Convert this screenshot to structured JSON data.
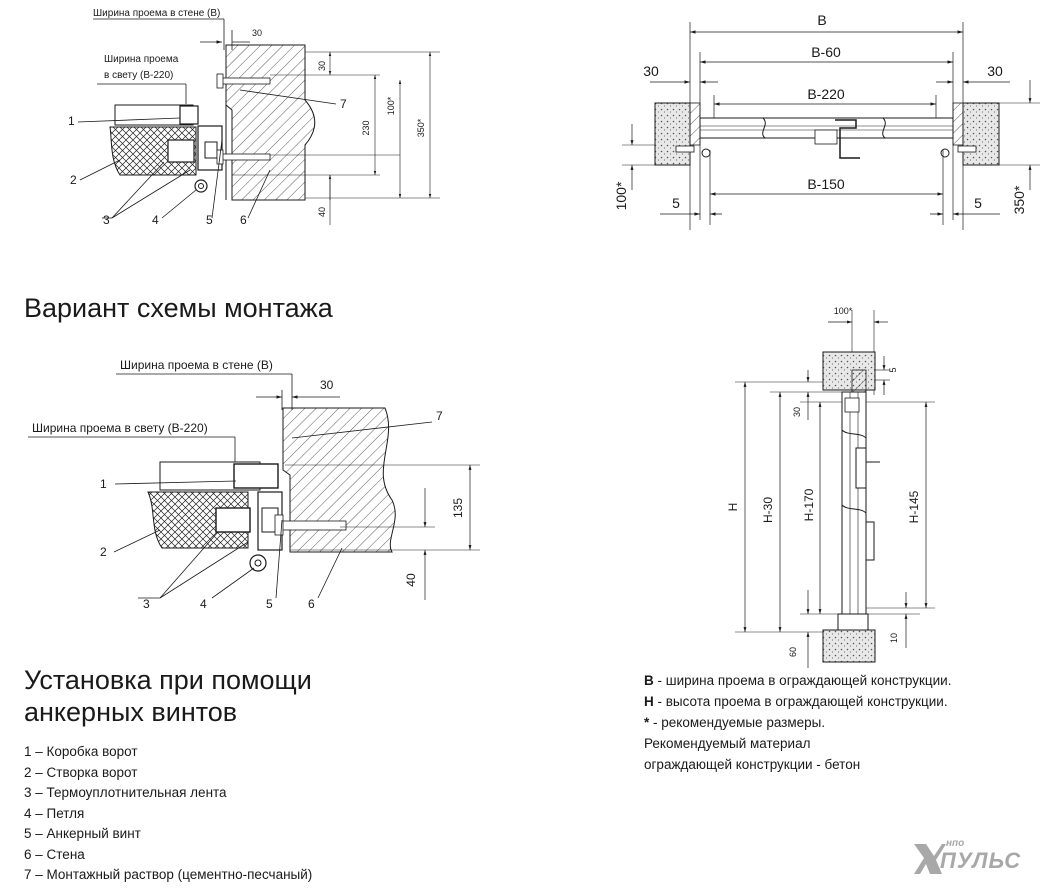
{
  "titles": {
    "variant": "Вариант схемы монтажа",
    "install_line1": "Установка при помощи",
    "install_line2": "анкерных винтов"
  },
  "legend": [
    {
      "num": "1",
      "text": "Коробка ворот"
    },
    {
      "num": "2",
      "text": "Створка ворот"
    },
    {
      "num": "3",
      "text": "Термоуплотнительная лента"
    },
    {
      "num": "4",
      "text": "Петля"
    },
    {
      "num": "5",
      "text": "Анкерный винт"
    },
    {
      "num": "6",
      "text": "Стена"
    },
    {
      "num": "7",
      "text": "Монтажный раствор (цементно-песчаный)"
    }
  ],
  "notes": {
    "b_key": "B",
    "b_text": "ширина проема в ограждающей конструкции.",
    "h_key": "H",
    "h_text": "высота проема в ограждающей конструкции.",
    "star_key": "*",
    "star_text": "рекомендуемые размеры.",
    "material_line1": "Рекомендуемый материал",
    "material_line2": "ограждающей конструкции - бетон"
  },
  "top_left": {
    "label_wall_width": "Ширина проема в стене (B)",
    "label_clear_line1": "Ширина проема",
    "label_clear_line2": "в свету (B-220)",
    "dim_30_h": "30",
    "dim_30_v": "30",
    "dim_230": "230",
    "dim_100": "100*",
    "dim_350": "350*",
    "dim_40": "40",
    "callouts": [
      "1",
      "2",
      "3",
      "4",
      "5",
      "6",
      "7"
    ]
  },
  "top_right": {
    "dim_B": "B",
    "dim_B60": "B-60",
    "dim_B220": "B-220",
    "dim_B150": "B-150",
    "dim_30_left": "30",
    "dim_30_right": "30",
    "dim_5_left": "5",
    "dim_5_right": "5",
    "dim_100": "100*",
    "dim_350": "350*"
  },
  "middle_left": {
    "label_wall_width": "Ширина проема в стене (B)",
    "label_clear": "Ширина проема в свету (B-220)",
    "dim_30": "30",
    "dim_135": "135",
    "dim_40": "40",
    "callouts": [
      "1",
      "2",
      "3",
      "4",
      "5",
      "6",
      "7"
    ]
  },
  "right_section": {
    "dim_100": "100*",
    "dim_5": "5",
    "dim_30": "30",
    "dim_H": "H",
    "dim_H30": "H-30",
    "dim_H170": "H-170",
    "dim_H145": "H-145",
    "dim_10": "10",
    "dim_60": "60"
  },
  "logo": {
    "small": "нпо",
    "big": "ПУЛЬС"
  }
}
